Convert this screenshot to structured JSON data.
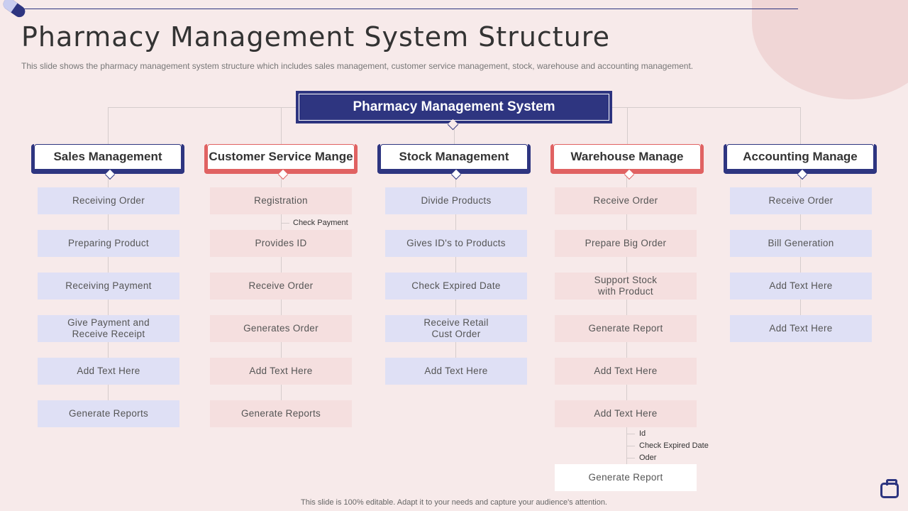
{
  "title": "Pharmacy Management System Structure",
  "subtitle": "This slide shows the pharmacy management system structure which includes sales management, customer service management, stock, warehouse and accounting management.",
  "root": "Pharmacy Management System",
  "colors": {
    "navy": "#2e3580",
    "coral": "#e06262",
    "lavender": "#dfe0f5",
    "blush": "#f5dfdf",
    "background": "#f7eaea"
  },
  "columns": [
    {
      "title": "Sales Management",
      "items": [
        "Receiving  Order",
        "Preparing Product",
        "Receiving  Payment",
        "Give  Payment and\nReceive  Receipt",
        "Add Text Here",
        "Generate Reports"
      ]
    },
    {
      "title": "Customer Service Mange",
      "items": [
        "Registration",
        "Provides  ID",
        "Receive  Order",
        "Generates  Order",
        "Add Text Here",
        "Generate Reports"
      ],
      "note": "Check Payment"
    },
    {
      "title": "Stock Management",
      "items": [
        "Divide  Products",
        "Gives  ID's to Products",
        "Check Expired Date",
        "Receive  Retail\nCust Order",
        "Add Text Here"
      ]
    },
    {
      "title": "Warehouse Manage",
      "items": [
        "Receive  Order",
        "Prepare  Big Order",
        "Support  Stock\nwith Product",
        "Generate  Report",
        "Add Text Here",
        "Add Text Here"
      ],
      "notes": [
        "Id",
        "Check Expired Date",
        "Oder"
      ],
      "final": "Generate  Report"
    },
    {
      "title": "Accounting Manage",
      "items": [
        "Receive  Order",
        "Bill Generation",
        "Add Text Here",
        "Add Text Here"
      ]
    }
  ],
  "footer": "This slide is 100% editable.  Adapt it to your needs and capture your audience's attention."
}
